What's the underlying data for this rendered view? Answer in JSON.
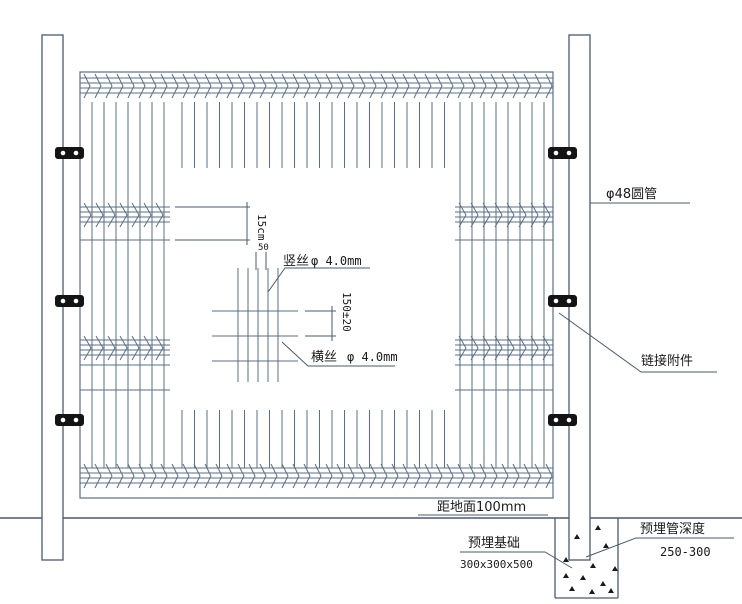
{
  "labels": {
    "pipe": "φ48圆管",
    "vertical_wire_prefix": "竖丝",
    "vertical_wire_spec": "φ 4.0mm",
    "horizontal_wire_prefix": "横丝",
    "horizontal_wire_spec": "φ  4.0mm",
    "fold_height": "15cm",
    "wire_spacing_h": "50",
    "wire_spacing_v": "150±20",
    "connector": "链接附件",
    "ground_clearance": "距地面100mm",
    "foundation": "预埋基础",
    "foundation_size": "300x300x500",
    "embed_depth_label": "预埋管深度",
    "embed_depth_value": "250-300"
  },
  "colors": {
    "line": "#5a6f86",
    "post": "#4a5a6e",
    "clip": "#141414",
    "text": "#1a1a1a"
  }
}
